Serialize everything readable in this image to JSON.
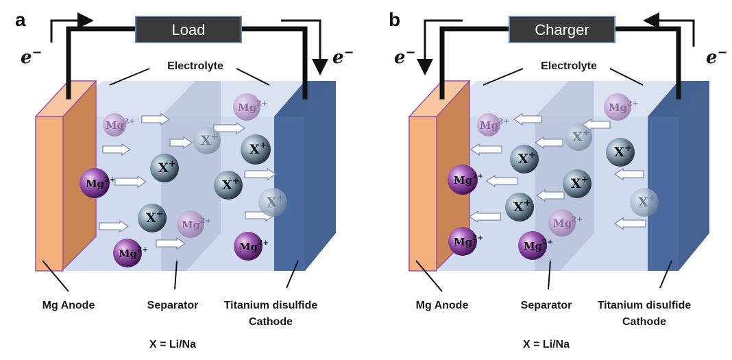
{
  "panels": [
    {
      "letter": "a",
      "box_label": "Load",
      "electron": "e⁻",
      "electrolyte": "Electrolyte",
      "anode": "Mg Anode",
      "separator": "Separator",
      "cathode_line1": "Titanium disulfide",
      "cathode_line2": "Cathode",
      "formula": "X = Li/Na",
      "arrow_direction": "right"
    },
    {
      "letter": "b",
      "box_label": "Charger",
      "electron": "e⁻",
      "electrolyte": "Electrolyte",
      "anode": "Mg Anode",
      "separator": "Separator",
      "cathode_line1": "Titanium disulfide",
      "cathode_line2": "Cathode",
      "formula": "X = Li/Na",
      "arrow_direction": "left"
    }
  ],
  "ions": {
    "mg_base": "Mg",
    "mg_charge": "2+",
    "x_base": "X",
    "x_charge": "+"
  },
  "colors": {
    "anode_front": "#f3b07d",
    "anode_side": "#c98553",
    "anode_edge": "#9b4fa8",
    "cathode": "#3d5a8c",
    "electrolyte": "#c7d3ec",
    "separator": "#aab6cf",
    "mg_ion": "#6d2f82",
    "x_ion": "#1c2a36",
    "box": "#3a3a3a"
  }
}
